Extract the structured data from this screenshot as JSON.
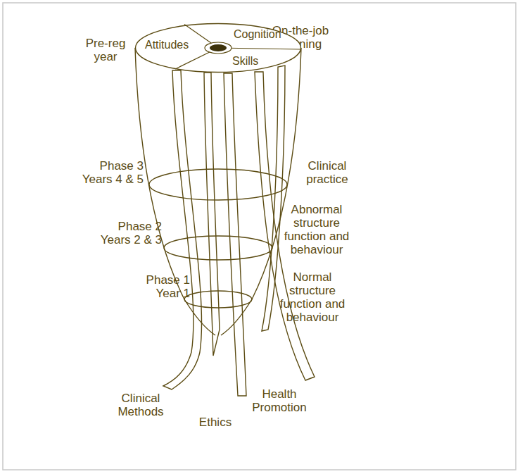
{
  "diagram": {
    "nodes": [
      {
        "text": [
          "Attitudes",
          "Cognition",
          "Skills"
        ]
      }
    ],
    "labels": [
      "Pre-reg year",
      "On-the-job learning",
      "Phase 3 Years 4 & 5",
      "Clinical practice",
      "Phase 2 Years 2 & 3",
      "Abnormal structure function and behaviour",
      "Phase 1 Year 1",
      "Normal structure function and behaviour",
      "Clinical Methods",
      "Ethics",
      "Health Promotion"
    ]
  }
}
